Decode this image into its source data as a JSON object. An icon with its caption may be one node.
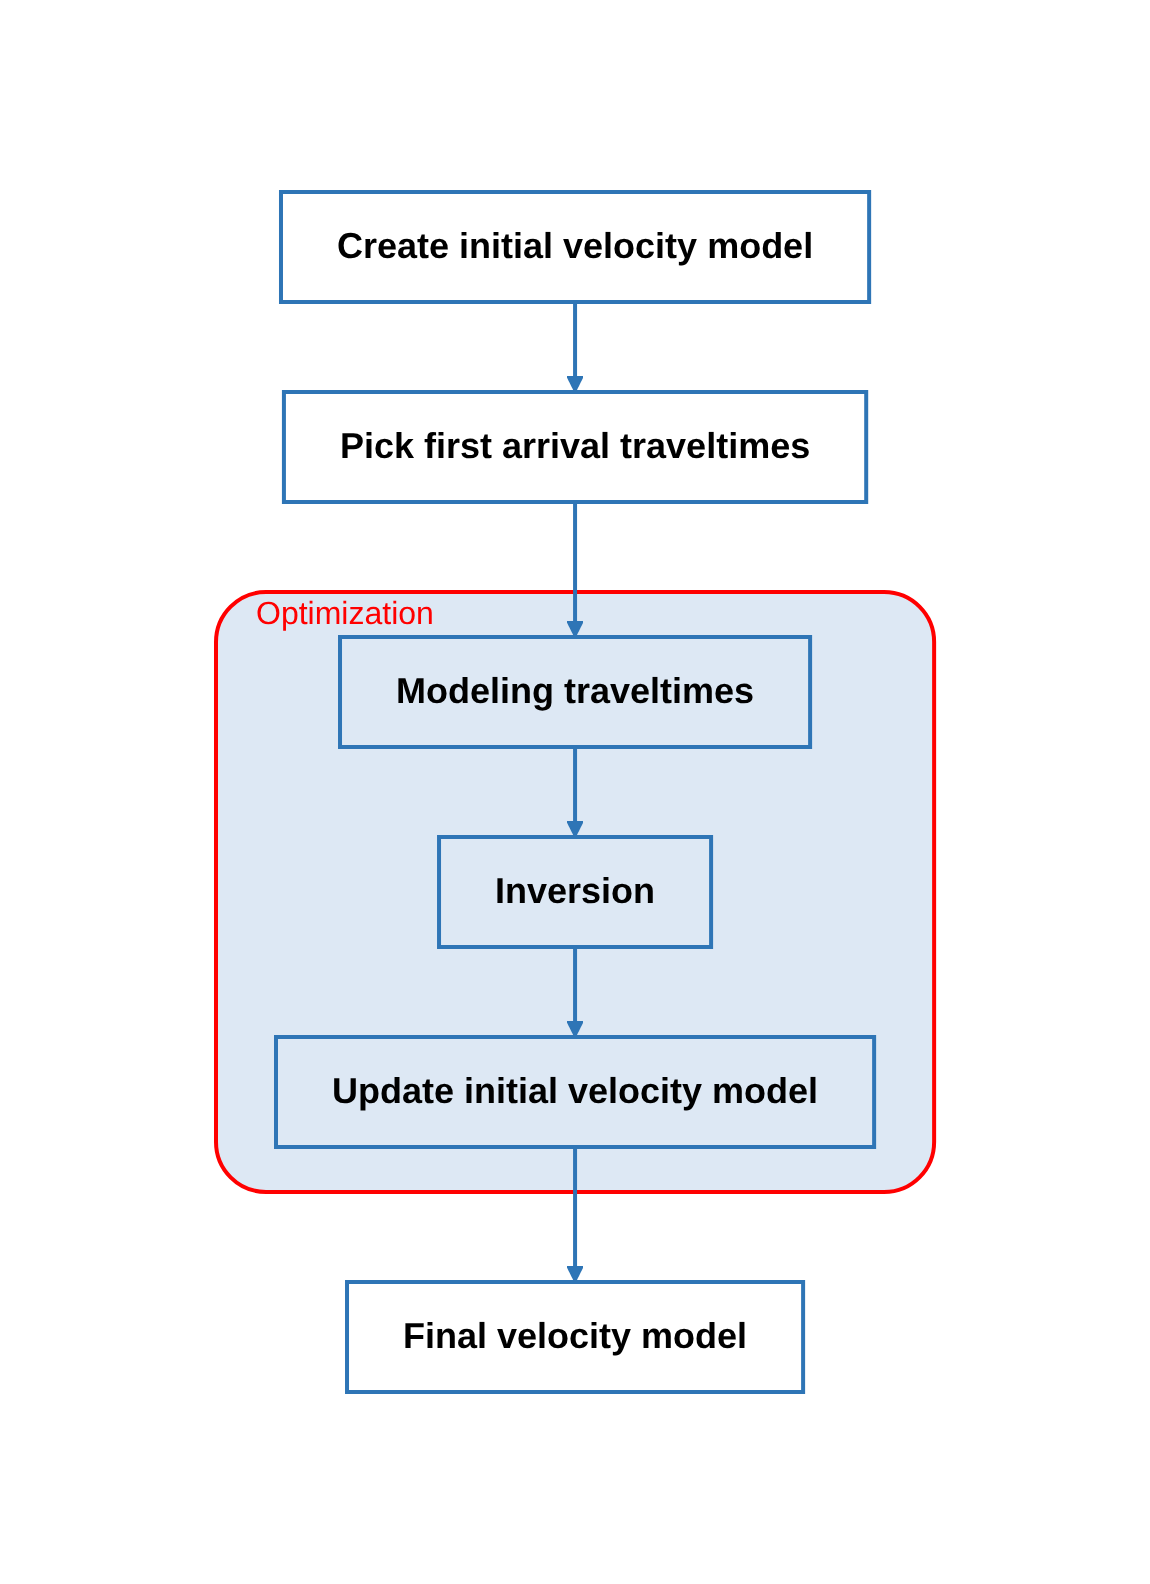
{
  "diagram": {
    "nodes": [
      {
        "text": [
          "Create initial velocity model"
        ]
      },
      {
        "text": [
          "Pick first arrival traveltimes"
        ]
      },
      {
        "text": [
          "Optimization"
        ]
      },
      {
        "text": [
          "Modeling traveltimes"
        ],
        "in": 2
      },
      {
        "text": [
          "Inversion"
        ],
        "in": 2
      },
      {
        "text": [
          "Update initial velocity model"
        ],
        "in": 2
      },
      {
        "text": [
          "Final velocity model"
        ]
      }
    ],
    "edges": [
      {
        "from": 0,
        "to": 1,
        "arrow": "to"
      },
      {
        "from": 1,
        "to": 3,
        "arrow": "to"
      },
      {
        "from": 3,
        "to": 4,
        "arrow": "to"
      },
      {
        "from": 4,
        "to": 5,
        "arrow": "to"
      },
      {
        "from": 5,
        "to": 6,
        "arrow": "to"
      }
    ]
  }
}
